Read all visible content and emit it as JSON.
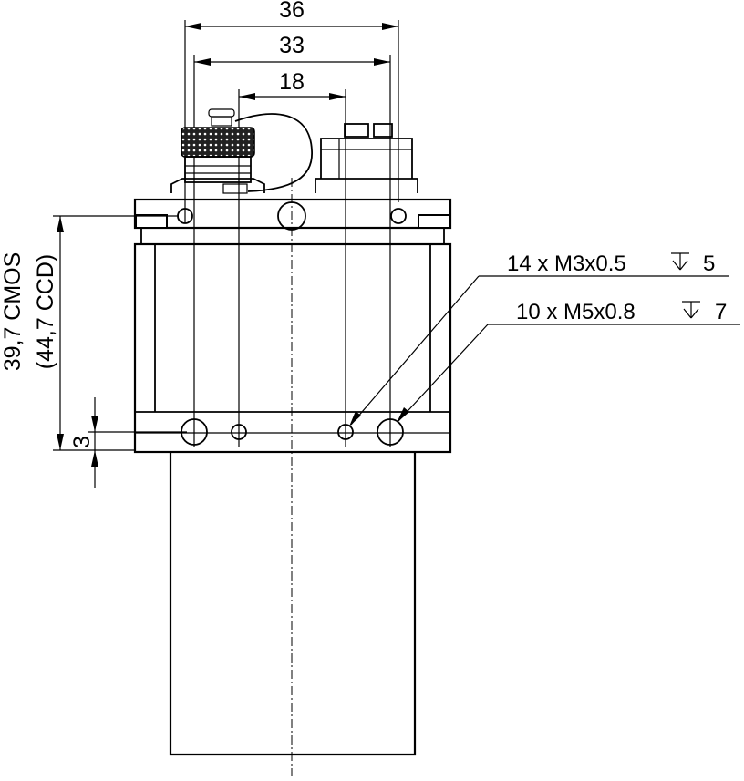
{
  "dimensions": {
    "width_36": "36",
    "width_33": "33",
    "width_18": "18",
    "height_main": "39,7 CMOS",
    "height_alt": "(44,7 CCD)",
    "offset_3": "3"
  },
  "callouts": {
    "m3": {
      "prefix": "14 x M3x0.5",
      "depth": "5"
    },
    "m5": {
      "prefix": "10 x M5x0.8",
      "depth": "7"
    }
  }
}
